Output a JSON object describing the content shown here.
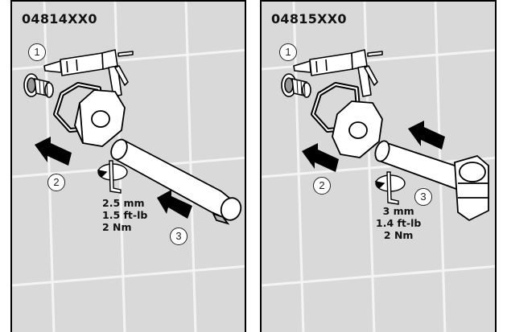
{
  "panels": [
    {
      "code": "04814XX0",
      "steps": [
        "1",
        "2",
        "3"
      ],
      "torque": [
        "2.5 mm",
        "1.5 ft-lb",
        "2 Nm"
      ]
    },
    {
      "code": "04815XX0",
      "steps": [
        "1",
        "2",
        "3"
      ],
      "torque": [
        "3 mm",
        "1.4 ft-lb",
        "2 Nm"
      ]
    }
  ],
  "colors": {
    "wall": "#d9d9d9",
    "grout": "#f4f4f4",
    "line": "#000000",
    "part": "#ffffff"
  },
  "icons": [
    "sealant-gun-icon",
    "rotation-arrow-icon",
    "push-arrow-icon",
    "hex-key-icon"
  ]
}
